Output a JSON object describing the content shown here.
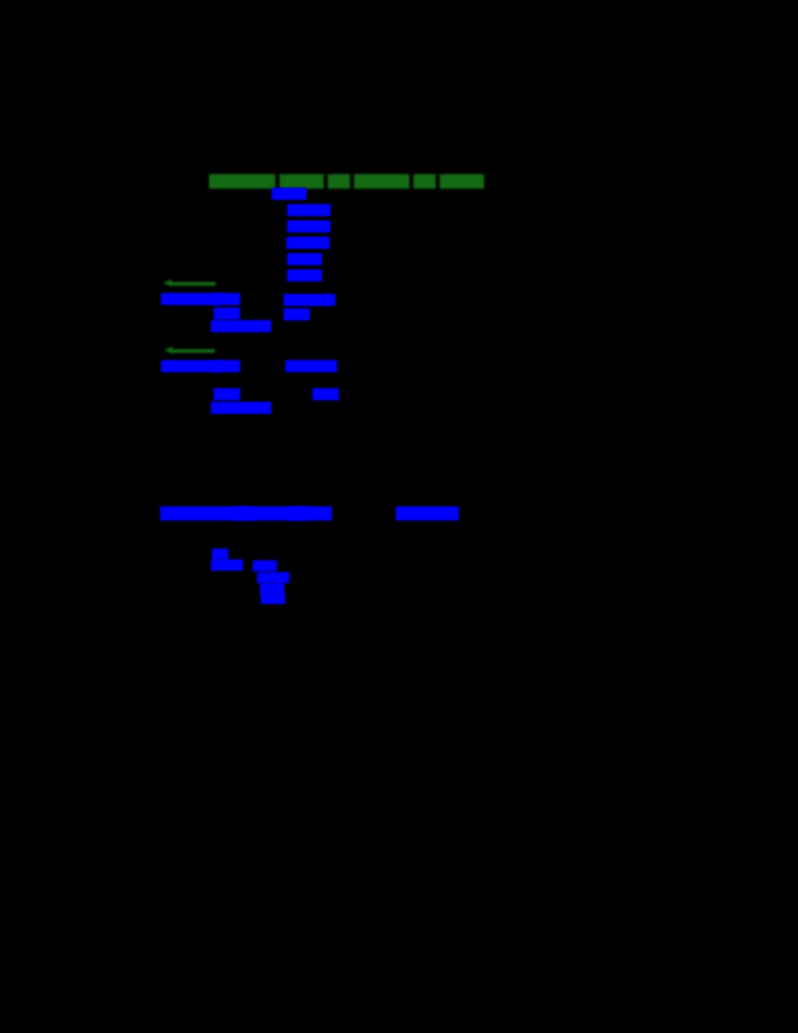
{
  "document": {
    "background_color": "#000000",
    "text_colors": {
      "heading": "#146b14",
      "body": "#0000ff"
    },
    "legibility_note": "illegible"
  },
  "title": {
    "text": "▇▇▇▇▇▇ ▇▇▇▇ ▇▇ ▇▇▇▇▇ ▇▇ ▇▇▇▇"
  },
  "top_list": {
    "items": [
      {
        "text": "▇▇▇▇"
      },
      {
        "text": "▇▇▇▇▇"
      },
      {
        "text": "▇▇▇▇▇"
      },
      {
        "text": "▇▇▇▇▇"
      },
      {
        "text": "▇▇▇▇"
      },
      {
        "text": "▇▇▇▇"
      }
    ]
  },
  "section_one": {
    "marker": "arrow-marker",
    "heading": "▇▇▇▇▇▇▇",
    "left_column": [
      {
        "text": "▇▇▇"
      },
      {
        "text": "▇▇▇"
      },
      {
        "text": "▇▇▇▇▇▇▇"
      }
    ],
    "right_column": [
      {
        "text": "▇▇▇▇▇▇"
      },
      {
        "text": "▇▇▇"
      }
    ]
  },
  "section_two": {
    "marker": "arrow-marker",
    "heading": "▇▇▇▇▇▇▇",
    "left_column": [
      {
        "text": "▇▇▇"
      },
      {
        "text": "▇▇▇"
      },
      {
        "text": "▇▇▇▇▇▇▇"
      }
    ],
    "right_column": [
      {
        "text": "▇▇▇▇▇▇"
      },
      {
        "text": "▇▇▇"
      }
    ]
  },
  "section_three": {
    "heading_parts": [
      {
        "text": "▇▇▇▇▇▇▇▇▇"
      },
      {
        "text": "▇▇▇▇▇▇▇"
      },
      {
        "text": "▇▇▇▇"
      }
    ],
    "right_label": "▇▇▇▇▇▇",
    "left_column": [
      {
        "text": "▇▇"
      },
      {
        "text": "▇▇▇▇"
      }
    ],
    "right_column": [
      {
        "text": "▇▇▇"
      },
      {
        "text": "▇▇▇▇"
      },
      {
        "text": "▇▇▇"
      },
      {
        "text": "▇▇▇"
      }
    ]
  }
}
